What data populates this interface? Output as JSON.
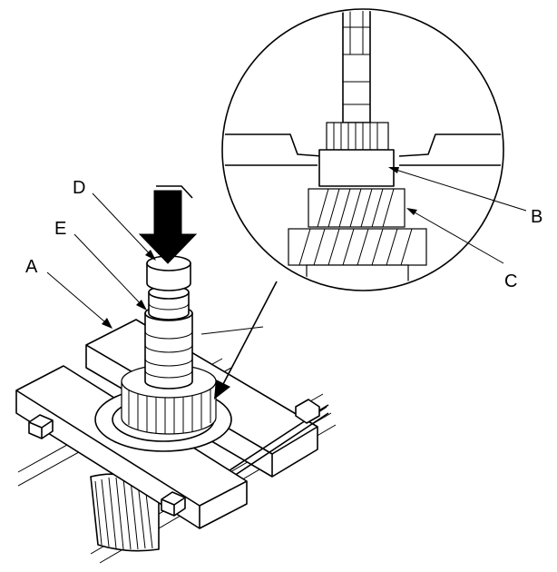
{
  "figure": {
    "type": "technical-illustration",
    "callouts": {
      "a": "A",
      "b": "B",
      "c": "C",
      "d": "D",
      "e": "E"
    },
    "icons": [
      "press-arrow",
      "magnifier-detail-view"
    ]
  }
}
